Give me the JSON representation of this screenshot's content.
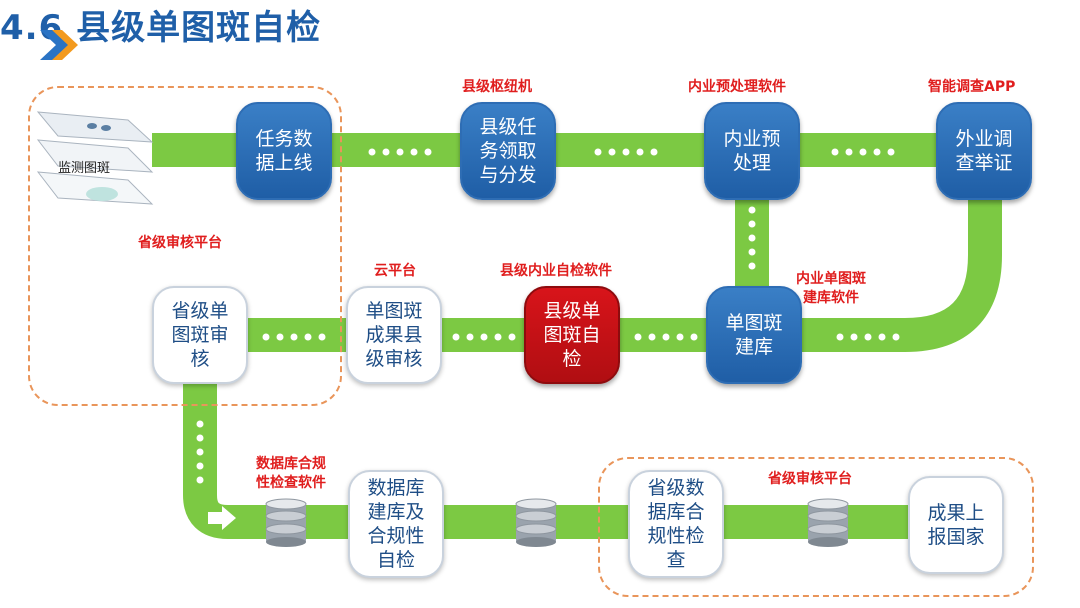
{
  "title": "4.6 县级单图斑自检",
  "nodes": {
    "task_online": "任务数\n据上线",
    "county_receive": "县级任\n务领取\n与分发",
    "preprocess": "内业预\n处理",
    "field_survey": "外业调\n查举证",
    "build_db": "单图斑\n建库",
    "county_selfcheck": "县级单\n图斑自\n检",
    "county_review": "单图斑\n成果县\n级审核",
    "province_review": "省级单\n图斑审\n核",
    "db_build_check": "数据库\n建库及\n合规性\n自检",
    "province_db_check": "省级数\n据库合\n规性检\n查",
    "report_nation": "成果上\n报国家"
  },
  "labels": {
    "monitor_spot": "监测图斑",
    "county_hub": "县级枢纽机",
    "preprocess_sw": "内业预处理软件",
    "smart_app": "智能调查APP",
    "province_platform_top": "省级审核平台",
    "cloud_platform": "云平台",
    "county_selfcheck_sw": "县级内业自检软件",
    "build_db_sw": "内业单图斑\n建库软件",
    "db_check_sw": "数据库合规\n性检查软件",
    "province_platform_bottom": "省级审核平台"
  },
  "colors": {
    "pipe": "#7cc943",
    "pipe_dark": "#5aab2a",
    "title": "#1f5fa8",
    "label": "#e01e1e",
    "dashed": "#e9955a"
  }
}
